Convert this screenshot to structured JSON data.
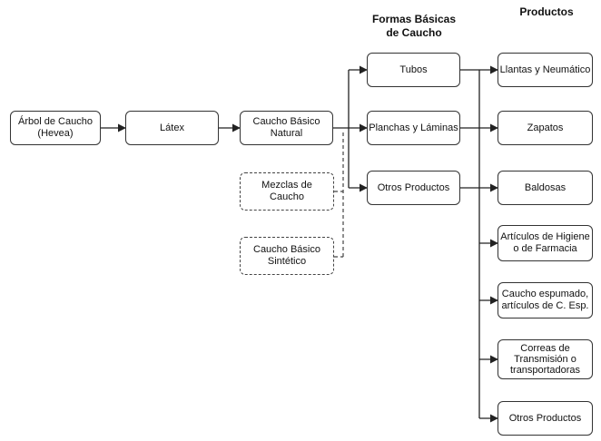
{
  "headers": {
    "forms": "Formas Básicas\nde Caucho",
    "products": "Productos"
  },
  "chain": {
    "tree": "Árbol de Caucho\n(Hevea)",
    "latex": "Látex",
    "natural": "Caucho Básico\nNatural"
  },
  "additives": {
    "mixes": "Mezclas de\nCaucho",
    "synthetic": "Caucho Básico\nSintético"
  },
  "forms": {
    "tubes": "Tubos",
    "sheets": "Planchas y Láminas",
    "other": "Otros Productos"
  },
  "products": {
    "tires": "Llantas y Neumático",
    "shoes": "Zapatos",
    "tiles": "Baldosas",
    "hygiene": "Artículos de Higiene\no de Farmacia",
    "foam": "Caucho espumado,\nartículos de C. Esp.",
    "belts": "Correas de\nTransmisión o\ntransportadoras",
    "other": "Otros Productos"
  },
  "colors": {
    "line": "#222222",
    "border": "#333333"
  }
}
